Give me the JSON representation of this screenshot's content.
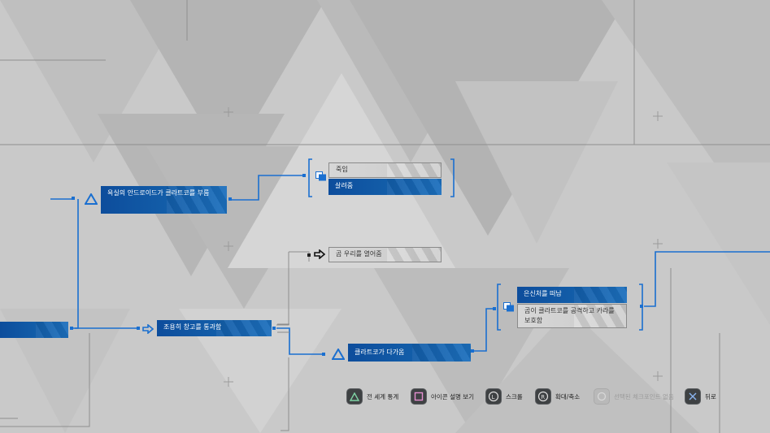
{
  "flowchart": {
    "nodes": {
      "call_chloe": "욕실의 안드로이드가 클라트코를 부름",
      "death": "죽임",
      "saved": "살려줌",
      "open_bear_cage": "곰 우리를 열어줌",
      "pass_quietly": "조용히 창고를 통과함",
      "chloe_approaches": "클라트코가 다가옴",
      "escape_hiding": "은신처를 떠남",
      "bear_attacks": "곰이 클라트코를 공격하고 카라를 보호함"
    }
  },
  "legend": {
    "world_stats": "전 세계 통계",
    "icon_help": "아이콘 설명 보기",
    "scroll": "스크롤",
    "zoom": "확대/축소",
    "no_checkpoint": "선택된 체크포인트 없음",
    "back": "뒤로"
  },
  "colors": {
    "node_blue": "#135ea9",
    "line_blue": "#1a6fd0",
    "background": "#c9c9c9"
  }
}
